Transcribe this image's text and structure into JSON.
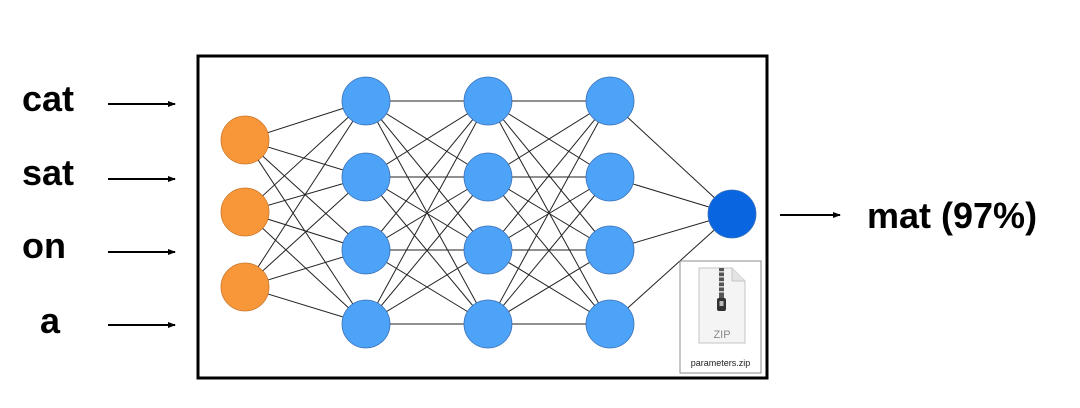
{
  "inputs": [
    "cat",
    "sat",
    "on",
    "a"
  ],
  "output": "mat (97%)",
  "network": {
    "layers": [
      3,
      4,
      4,
      4,
      1
    ],
    "colors": {
      "input": "#f7973a",
      "hidden": "#4da3f8",
      "output": "#0a66e0",
      "edge": "#222222",
      "frame": "#000000"
    }
  },
  "file": {
    "icon": "zip-file-icon",
    "badge": "ZIP",
    "name": "parameters.zip"
  }
}
